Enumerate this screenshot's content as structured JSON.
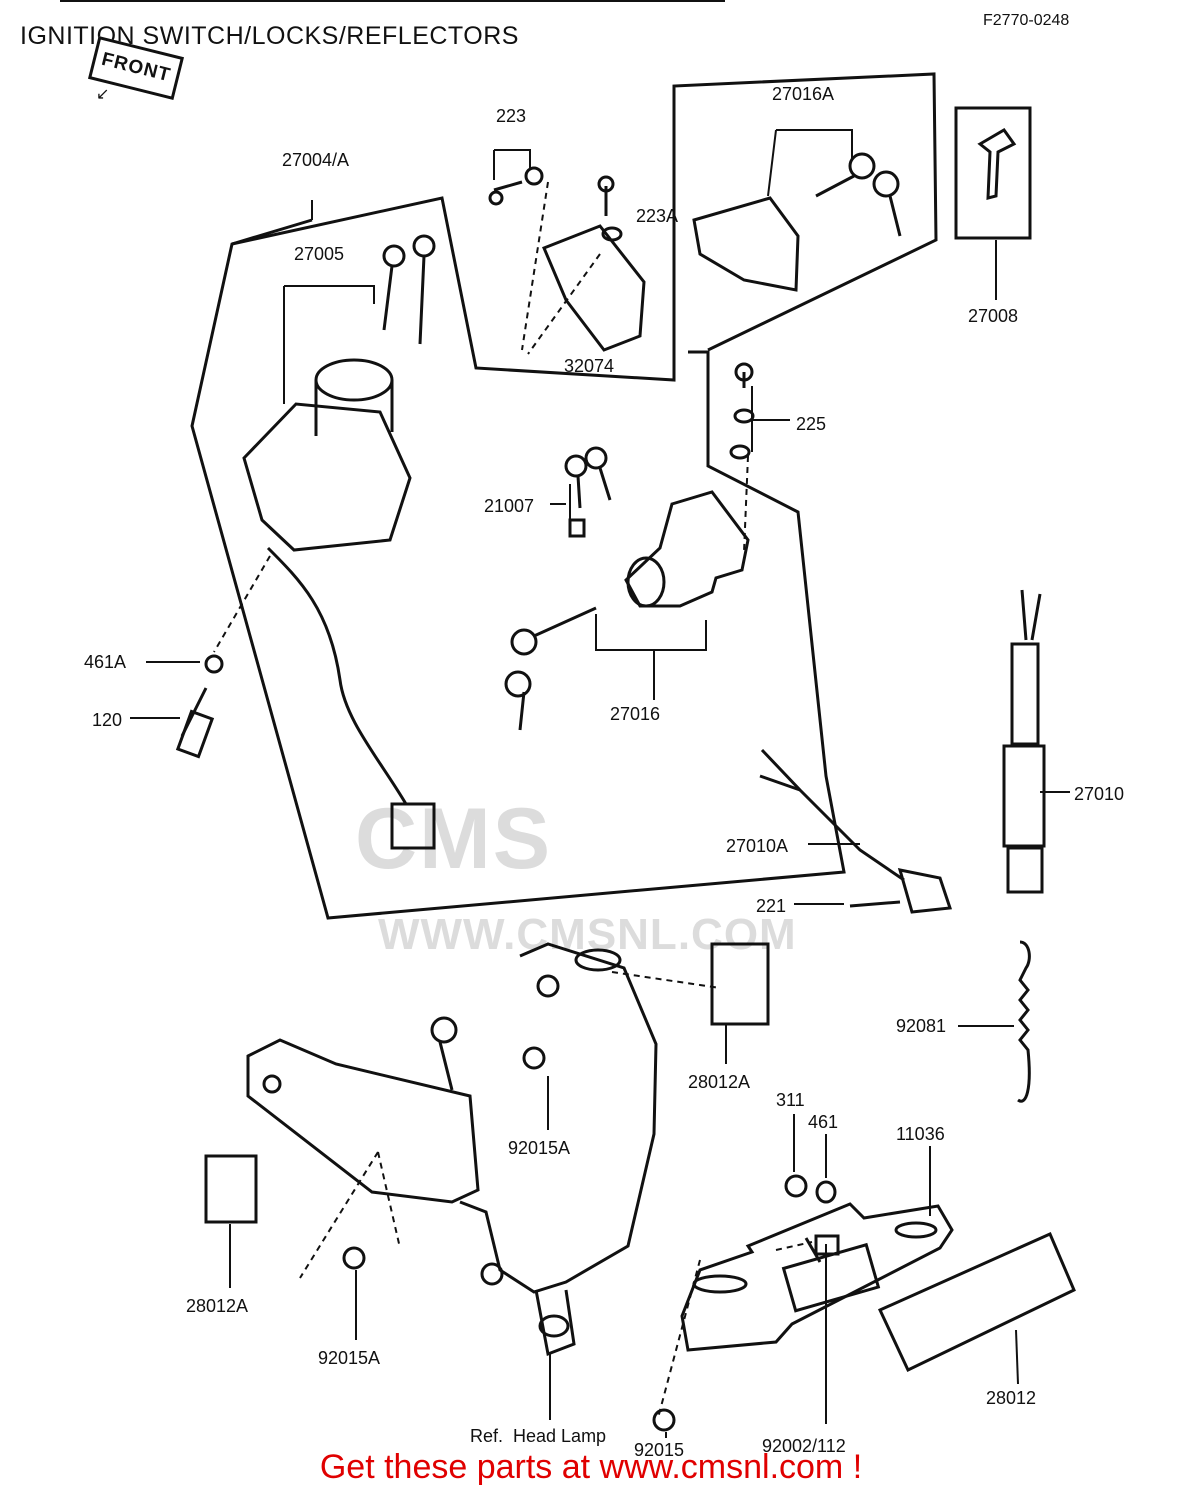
{
  "header": {
    "title": "IGNITION SWITCH/LOCKS/REFLECTORS",
    "code": "F2770-0248",
    "front_tag": "FRONT"
  },
  "parts": [
    {
      "id": "p-27004a",
      "label": "27004/A"
    },
    {
      "id": "p-27005",
      "label": "27005"
    },
    {
      "id": "p-223",
      "label": "223"
    },
    {
      "id": "p-223a",
      "label": "223A"
    },
    {
      "id": "p-32074",
      "label": "32074"
    },
    {
      "id": "p-27016a",
      "label": "27016A"
    },
    {
      "id": "p-27008",
      "label": "27008"
    },
    {
      "id": "p-225",
      "label": "225"
    },
    {
      "id": "p-21007",
      "label": "21007"
    },
    {
      "id": "p-27016",
      "label": "27016"
    },
    {
      "id": "p-461a",
      "label": "461A"
    },
    {
      "id": "p-120",
      "label": "120"
    },
    {
      "id": "p-27010",
      "label": "27010"
    },
    {
      "id": "p-27010a",
      "label": "27010A"
    },
    {
      "id": "p-221",
      "label": "221"
    },
    {
      "id": "p-92081",
      "label": "92081"
    },
    {
      "id": "p-28012a-right",
      "label": "28012A"
    },
    {
      "id": "p-311",
      "label": "311"
    },
    {
      "id": "p-461",
      "label": "461"
    },
    {
      "id": "p-11036",
      "label": "11036"
    },
    {
      "id": "p-92015a-upper",
      "label": "92015A"
    },
    {
      "id": "p-28012a-left",
      "label": "28012A"
    },
    {
      "id": "p-92015a-lower",
      "label": "92015A"
    },
    {
      "id": "p-28012",
      "label": "28012"
    },
    {
      "id": "p-92002-112",
      "label": "92002/112"
    },
    {
      "id": "p-92015",
      "label": "92015"
    },
    {
      "id": "p-ref-head-lamp",
      "label": "Ref.  Head Lamp"
    }
  ],
  "watermark": {
    "logo": "CMS",
    "url": "WWW.CMSNL.COM"
  },
  "footer": {
    "text": "Get these parts at www.cmsnl.com !",
    "color": "#e00000"
  }
}
